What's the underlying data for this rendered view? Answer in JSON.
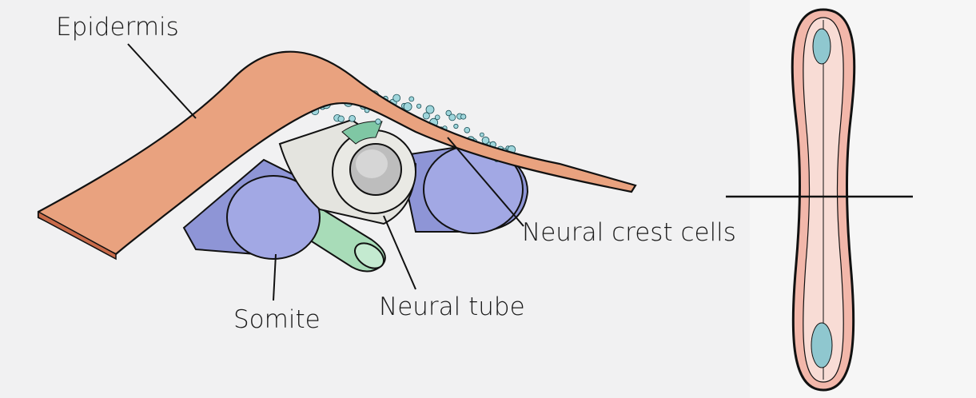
{
  "labels": {
    "epidermis": "Epidermis",
    "neural_crest": "Neural crest cells",
    "somite": "Somite",
    "neural_tube": "Neural tube"
  },
  "colors": {
    "epidermis": "#e9a27f",
    "epidermis_edge": "#c96b4a",
    "somite": "#8e95d6",
    "somite_face": "#a2a8e4",
    "notochord": "#a8dcb8",
    "tube_outer": "#e7e7e2",
    "tube_inner": "#bdbdbd",
    "tube_green": "#7fc7a4",
    "crest_cells": "#9fd6dc",
    "side_pink": "#f2b7aa",
    "side_light": "#f8dcd5",
    "side_blue": "#8fc7cf"
  }
}
